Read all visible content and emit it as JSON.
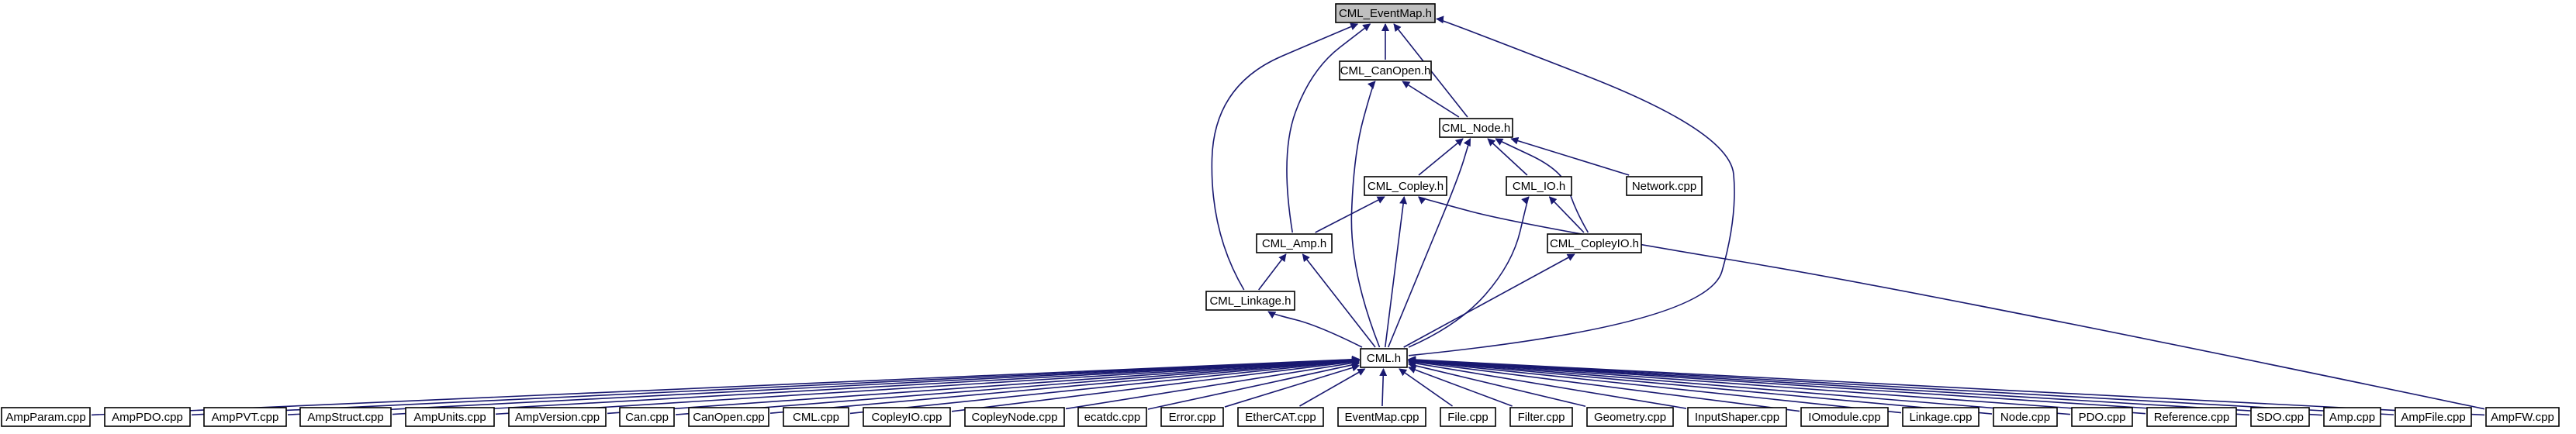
{
  "graph": {
    "edge_color": "#191970",
    "root_fill": "#bfbfbf",
    "nodes": [
      {
        "id": "event_map_h",
        "label": "CML_EventMap.h",
        "root": true
      },
      {
        "id": "canopen_h",
        "label": "CML_CanOpen.h"
      },
      {
        "id": "node_h",
        "label": "CML_Node.h"
      },
      {
        "id": "copley_h",
        "label": "CML_Copley.h"
      },
      {
        "id": "io_h",
        "label": "CML_IO.h"
      },
      {
        "id": "network_cpp",
        "label": "Network.cpp"
      },
      {
        "id": "amp_h",
        "label": "CML_Amp.h"
      },
      {
        "id": "copleyio_h",
        "label": "CML_CopleyIO.h"
      },
      {
        "id": "linkage_h",
        "label": "CML_Linkage.h"
      },
      {
        "id": "cml_h",
        "label": "CML.h"
      },
      {
        "id": "ampparam_cpp",
        "label": "AmpParam.cpp"
      },
      {
        "id": "amppdo_cpp",
        "label": "AmpPDO.cpp"
      },
      {
        "id": "amppvt_cpp",
        "label": "AmpPVT.cpp"
      },
      {
        "id": "ampstruct_cpp",
        "label": "AmpStruct.cpp"
      },
      {
        "id": "ampunits_cpp",
        "label": "AmpUnits.cpp"
      },
      {
        "id": "ampversion_cpp",
        "label": "AmpVersion.cpp"
      },
      {
        "id": "can_cpp",
        "label": "Can.cpp"
      },
      {
        "id": "canopen_cpp",
        "label": "CanOpen.cpp"
      },
      {
        "id": "cml_cpp",
        "label": "CML.cpp"
      },
      {
        "id": "copleyio_cpp",
        "label": "CopleyIO.cpp"
      },
      {
        "id": "copleynode_cpp",
        "label": "CopleyNode.cpp"
      },
      {
        "id": "ecatdc_cpp",
        "label": "ecatdc.cpp"
      },
      {
        "id": "error_cpp",
        "label": "Error.cpp"
      },
      {
        "id": "ethercat_cpp",
        "label": "EtherCAT.cpp"
      },
      {
        "id": "eventmap_cpp",
        "label": "EventMap.cpp"
      },
      {
        "id": "file_cpp",
        "label": "File.cpp"
      },
      {
        "id": "filter_cpp",
        "label": "Filter.cpp"
      },
      {
        "id": "geometry_cpp",
        "label": "Geometry.cpp"
      },
      {
        "id": "inputshaper_cpp",
        "label": "InputShaper.cpp"
      },
      {
        "id": "iomodule_cpp",
        "label": "IOmodule.cpp"
      },
      {
        "id": "linkage_cpp",
        "label": "Linkage.cpp"
      },
      {
        "id": "node_cpp",
        "label": "Node.cpp"
      },
      {
        "id": "pdo_cpp",
        "label": "PDO.cpp"
      },
      {
        "id": "reference_cpp",
        "label": "Reference.cpp"
      },
      {
        "id": "sdo_cpp",
        "label": "SDO.cpp"
      },
      {
        "id": "amp_cpp",
        "label": "Amp.cpp"
      },
      {
        "id": "ampfile_cpp",
        "label": "AmpFile.cpp"
      },
      {
        "id": "ampfw_cpp",
        "label": "AmpFW.cpp"
      }
    ],
    "edges": [
      [
        "canopen_h",
        "event_map_h"
      ],
      [
        "node_h",
        "event_map_h"
      ],
      [
        "amp_h",
        "event_map_h"
      ],
      [
        "linkage_h",
        "event_map_h"
      ],
      [
        "cml_h",
        "event_map_h"
      ],
      [
        "node_h",
        "canopen_h"
      ],
      [
        "cml_h",
        "canopen_h"
      ],
      [
        "copley_h",
        "node_h"
      ],
      [
        "io_h",
        "node_h"
      ],
      [
        "network_cpp",
        "node_h"
      ],
      [
        "copleyio_h",
        "node_h"
      ],
      [
        "cml_h",
        "node_h"
      ],
      [
        "amp_h",
        "copley_h"
      ],
      [
        "cml_h",
        "copley_h"
      ],
      [
        "ampfw_cpp",
        "copley_h"
      ],
      [
        "copleyio_h",
        "io_h"
      ],
      [
        "cml_h",
        "io_h"
      ],
      [
        "linkage_h",
        "amp_h"
      ],
      [
        "cml_h",
        "amp_h"
      ],
      [
        "cml_h",
        "copleyio_h"
      ],
      [
        "cml_h",
        "linkage_h"
      ],
      [
        "ampparam_cpp",
        "cml_h"
      ],
      [
        "amppdo_cpp",
        "cml_h"
      ],
      [
        "amppvt_cpp",
        "cml_h"
      ],
      [
        "ampstruct_cpp",
        "cml_h"
      ],
      [
        "ampunits_cpp",
        "cml_h"
      ],
      [
        "ampversion_cpp",
        "cml_h"
      ],
      [
        "can_cpp",
        "cml_h"
      ],
      [
        "canopen_cpp",
        "cml_h"
      ],
      [
        "cml_cpp",
        "cml_h"
      ],
      [
        "copleyio_cpp",
        "cml_h"
      ],
      [
        "copleynode_cpp",
        "cml_h"
      ],
      [
        "ecatdc_cpp",
        "cml_h"
      ],
      [
        "error_cpp",
        "cml_h"
      ],
      [
        "ethercat_cpp",
        "cml_h"
      ],
      [
        "eventmap_cpp",
        "cml_h"
      ],
      [
        "file_cpp",
        "cml_h"
      ],
      [
        "filter_cpp",
        "cml_h"
      ],
      [
        "geometry_cpp",
        "cml_h"
      ],
      [
        "inputshaper_cpp",
        "cml_h"
      ],
      [
        "iomodule_cpp",
        "cml_h"
      ],
      [
        "linkage_cpp",
        "cml_h"
      ],
      [
        "node_cpp",
        "cml_h"
      ],
      [
        "pdo_cpp",
        "cml_h"
      ],
      [
        "reference_cpp",
        "cml_h"
      ],
      [
        "sdo_cpp",
        "cml_h"
      ],
      [
        "amp_cpp",
        "cml_h"
      ],
      [
        "ampfile_cpp",
        "cml_h"
      ],
      [
        "ampfw_cpp",
        "cml_h"
      ]
    ]
  }
}
